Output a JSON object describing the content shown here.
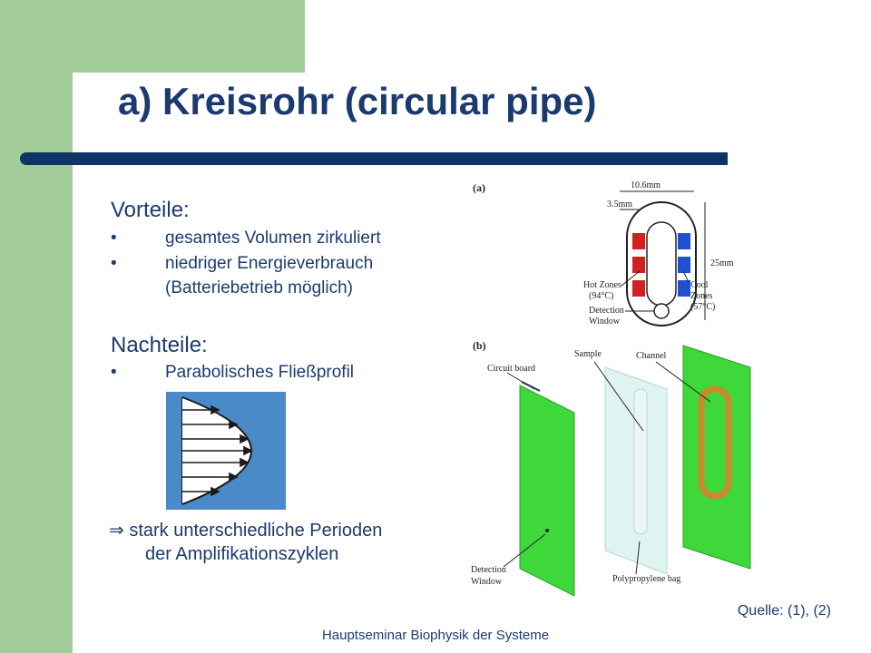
{
  "slide": {
    "title": "a) Kreisrohr (circular pipe)",
    "footer": "Hauptseminar Biophysik der Systeme",
    "source": "Quelle: (1), (2)"
  },
  "content": {
    "advantages_heading": "Vorteile:",
    "advantages": [
      {
        "bullet": "•",
        "text": "gesamtes Volumen zirkuliert"
      },
      {
        "bullet": "•",
        "text": "niedriger Energieverbrauch"
      }
    ],
    "advantages_continuation": "(Batteriebetrieb möglich)",
    "disadvantages_heading": "Nachteile:",
    "disadvantages": [
      {
        "bullet": "•",
        "text": "Parabolisches Fließprofil"
      }
    ],
    "conclusion_line1": "⇒ stark unterschiedliche Perioden",
    "conclusion_line2": "der Amplifikationszyklen"
  },
  "figure": {
    "panel_a_label": "(a)",
    "panel_b_label": "(b)",
    "dim_width": "10.6mm",
    "dim_inner": "3.5mm",
    "dim_height": "25mm",
    "hot_zones": "Hot Zones",
    "hot_temp": "(94°C)",
    "cool_zones": "Cool",
    "cool_zones2": "Zones",
    "cool_temp": "(57°C)",
    "detection_a1": "Detection",
    "detection_a2": "Window",
    "circuit_board": "Circuit board",
    "sample": "Sample",
    "channel": "Channel",
    "detection_b1": "Detection",
    "detection_b2": "Window",
    "bag": "Polypropylene bag"
  },
  "colors": {
    "green_band": "#a2cc99",
    "title": "#1b3b6f",
    "rule": "#0f3566",
    "hot": "#d22020",
    "cool": "#2050d0",
    "board_green": "#3fd83a",
    "flow_bg": "#4a8ac8"
  }
}
